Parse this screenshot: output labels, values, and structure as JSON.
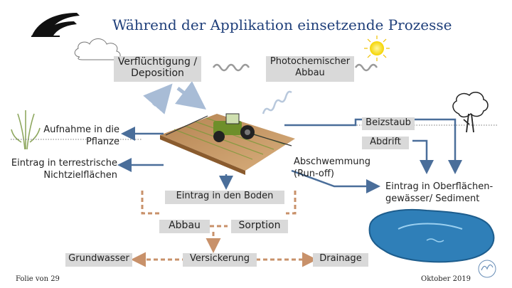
{
  "title": "Während der Applikation einsetzende Prozesse",
  "labels": {
    "verfluechtigung": "Verflüchtigung / Deposition",
    "photochemischer": "Photochemischer Abbau",
    "aufnahme": "Aufnahme in die Pflanze",
    "beizstaub": "Beizstaub",
    "abdrift": "Abdrift",
    "eintrag_terrestrisch": "Eintrag in terrestrische Nichtzielflächen",
    "abschwemmung": "Abschwemmung (Run-off)",
    "eintrag_boden": "Eintrag in den Boden",
    "eintrag_oberflaechen": "Eintrag in Oberflächen-gewässer/ Sediment",
    "abbau": "Abbau",
    "sorption": "Sorption",
    "grundwasser": "Grundwasser",
    "versickerung": "Versickerung",
    "drainage": "Drainage"
  },
  "footer": {
    "left": "Folie von 29",
    "right": "Oktober 2019"
  },
  "colors": {
    "title": "#1f3f7a",
    "box_fill": "#d9d9d9",
    "blue_arrow": "#4a6e9a",
    "light_arrow": "#a8bcd6",
    "orange_dashed": "#c8916a",
    "field": "#c99a66",
    "water": "#2f7fb8"
  }
}
